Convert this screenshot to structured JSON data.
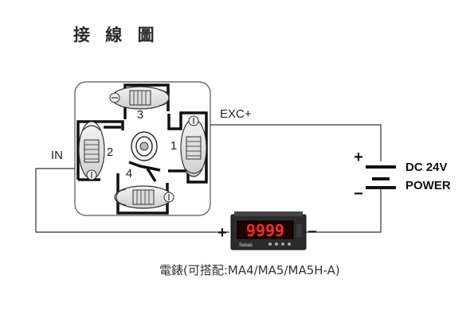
{
  "title": "接 線 圖",
  "terminals": {
    "t1": "1",
    "t2": "2",
    "t3": "3",
    "t4": "4"
  },
  "labels": {
    "exc": "EXC+",
    "in": "IN",
    "power_line1": "DC 24V",
    "power_line2": "POWER",
    "plus_top": "+",
    "minus_bottom": "−",
    "meter_plus": "+",
    "meter_minus": "−"
  },
  "meter": {
    "display": "9999",
    "brand": "Sebas",
    "display_color": "#ff2a1a"
  },
  "caption": "電錶(可搭配:MA4/MA5/MA5H-A)"
}
